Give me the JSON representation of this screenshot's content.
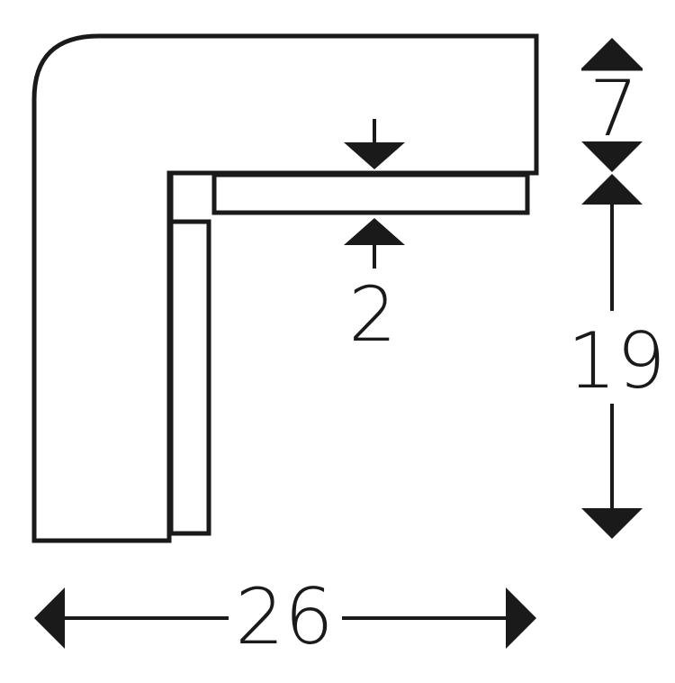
{
  "dimensions": {
    "width": "26",
    "top_height": "7",
    "side_height": "19",
    "gap": "2"
  },
  "colors": {
    "stroke": "#1a1a1a",
    "background": "#ffffff"
  }
}
